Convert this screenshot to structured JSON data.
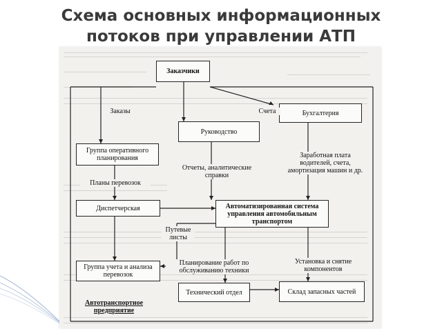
{
  "slide": {
    "title_line1": "Схема основных информационных",
    "title_line2": "потоков при управлении АТП"
  },
  "boxes": {
    "customers": "Заказчики",
    "accounting": "Бухгалтерия",
    "management": "Руководство",
    "operational_planning": "Группа оперативного планирования",
    "dispatch": "Диспетчерская",
    "automated_system": "Автоматизированная система управления автомобильным транспортом",
    "accounting_analysis": "Группа учета и анализа перевозок",
    "technical_department": "Технический отдел",
    "spare_parts_warehouse": "Склад запасных частей"
  },
  "labels": {
    "orders": "Заказы",
    "invoices": "Счета",
    "salary": "Заработная плата водителей, счета, амортизация машин и др.",
    "reports": "Отчеты, аналитические справки",
    "transport_plans": "Планы перевозок",
    "waybills": "Путевые листы",
    "maintenance_planning": "Планирование работ по обслуживанию техники",
    "component_install": "Установка и снятие компонентов",
    "enterprise": "Автотранспортное предприятие"
  }
}
